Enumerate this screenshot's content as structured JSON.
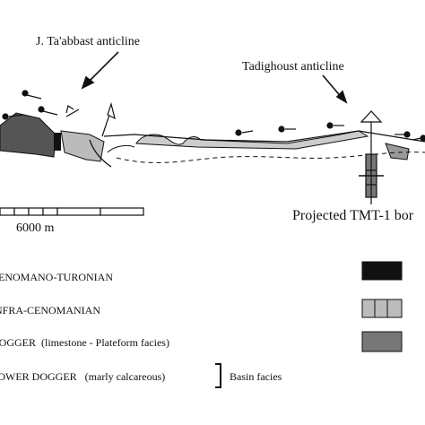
{
  "labels": {
    "anticline_1": "J. Ta'abbast anticline",
    "anticline_2": "Tadighoust anticline",
    "scale": "6000 m",
    "projected": "Projected  TMT-1 bor"
  },
  "legend": [
    {
      "unit": "CENOMANO-TURONIAN",
      "desc": "",
      "swatch": "black"
    },
    {
      "unit": "INFRA-CENOMANIAN",
      "desc": "",
      "swatch": "boxes"
    },
    {
      "unit": "DOGGER",
      "desc": "(limestone - Plateform facies)",
      "swatch": "grey"
    },
    {
      "unit": "LOWER DOGGER",
      "desc": "(marly calcareous)",
      "swatch": "none"
    }
  ],
  "bracket_label": "Basin facies",
  "colors": {
    "black": "#111111",
    "dark_grey": "#555555",
    "mid_grey": "#888888",
    "light_grey": "#bcbcbc"
  }
}
